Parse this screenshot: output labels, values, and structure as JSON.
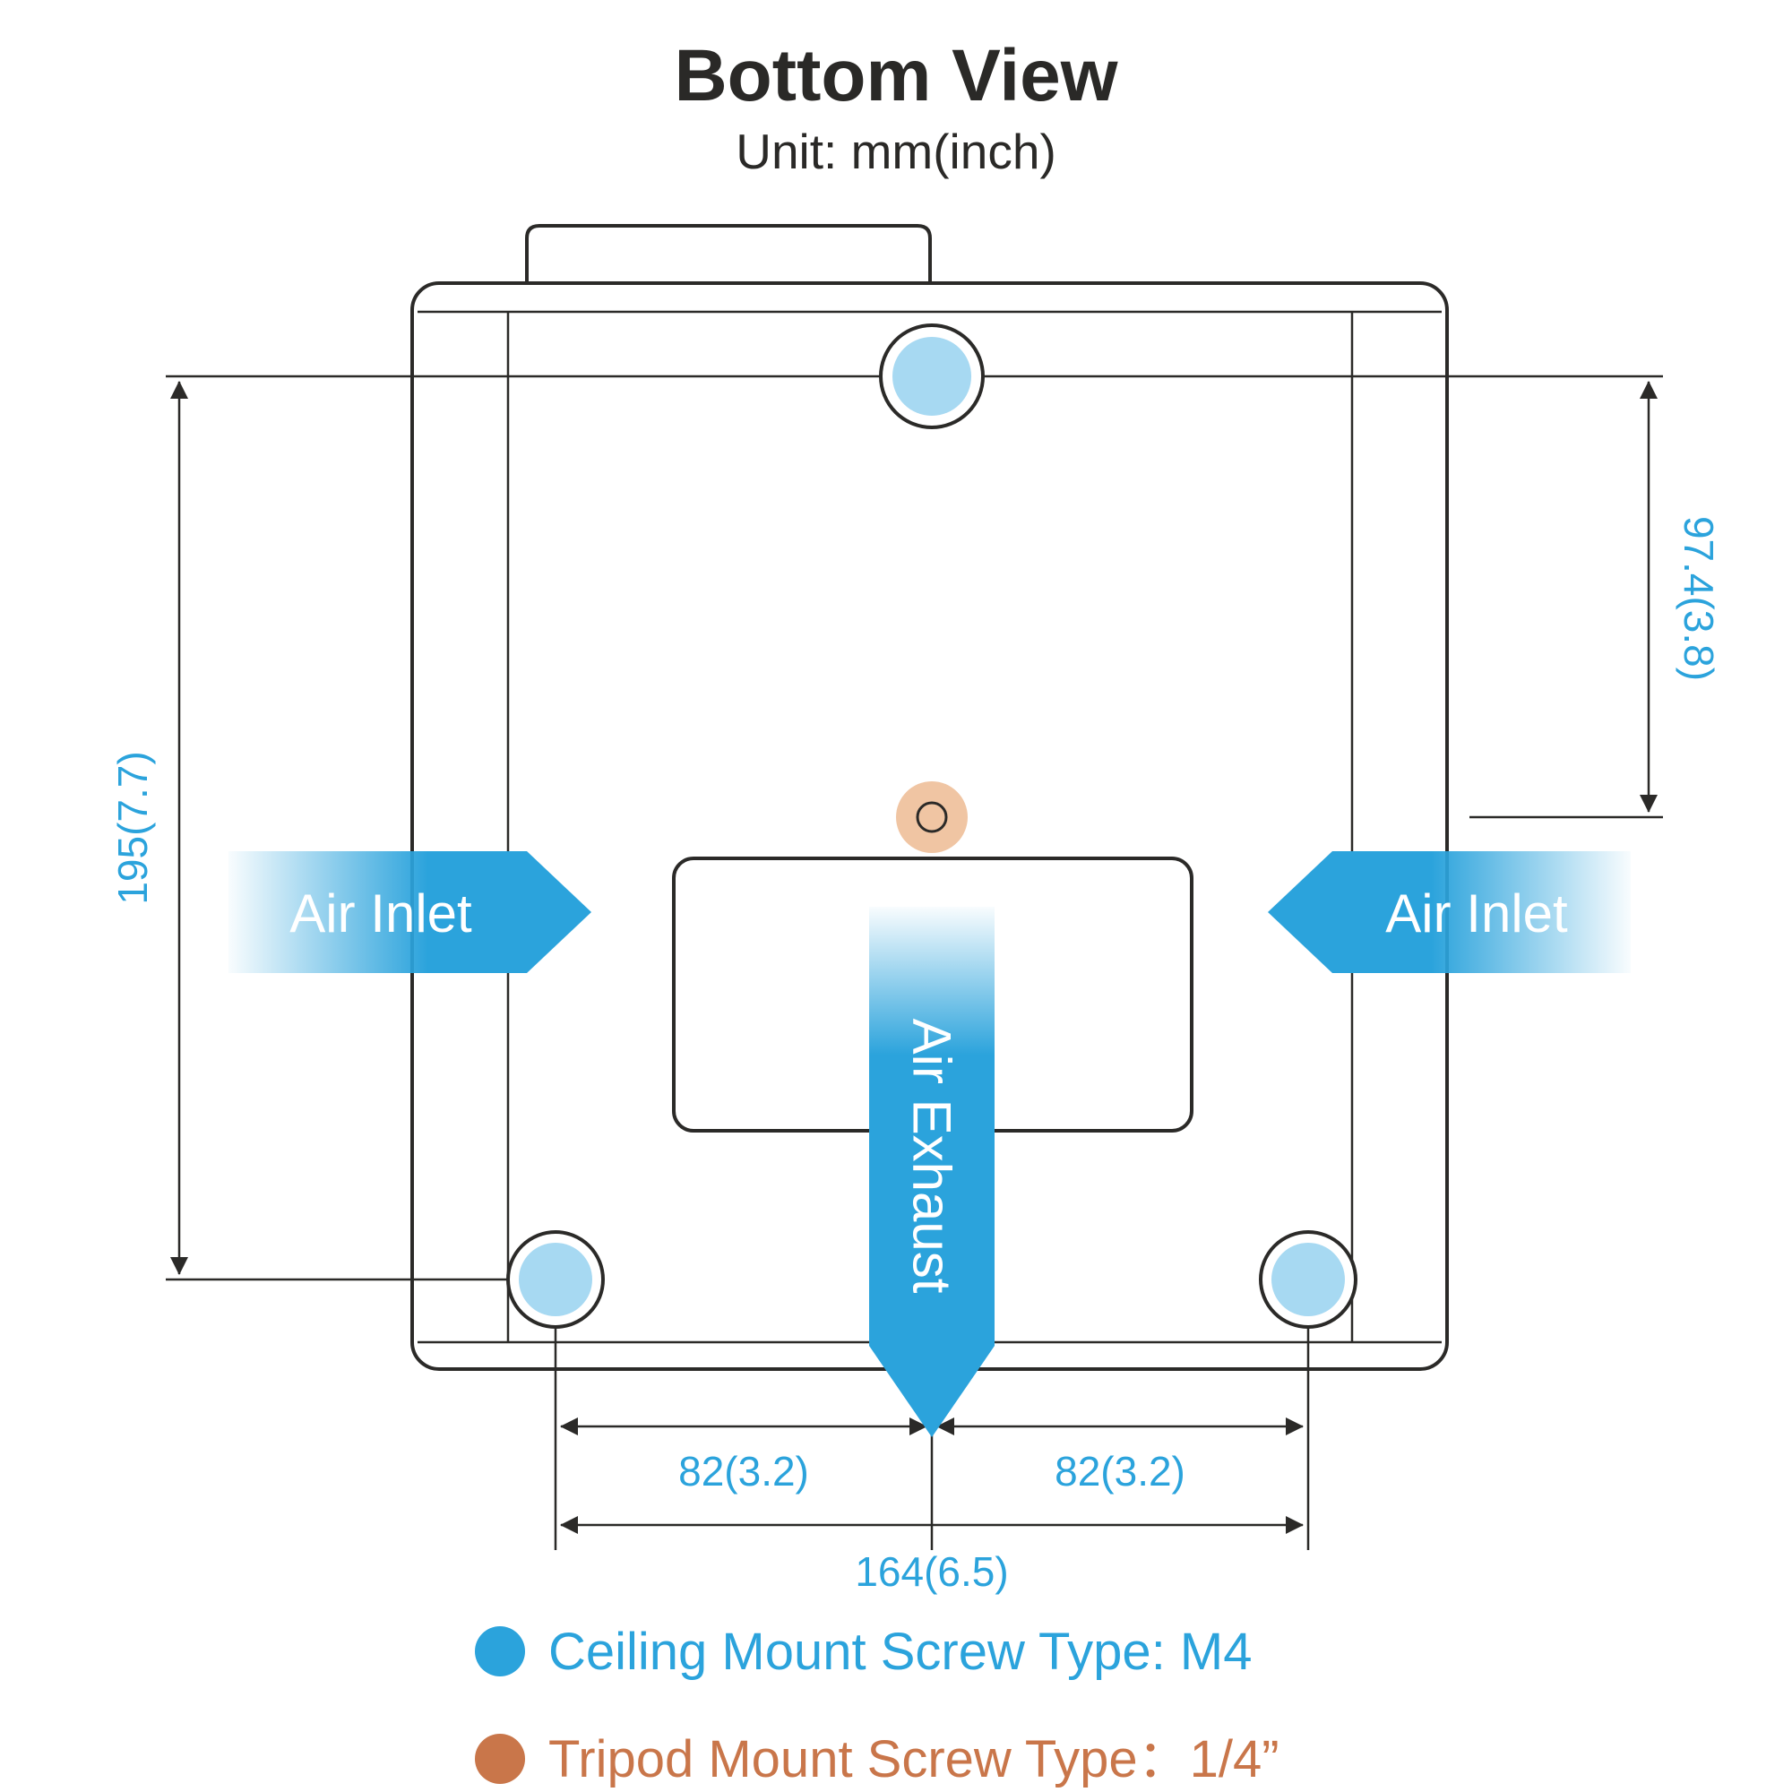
{
  "page": {
    "title": "Bottom View",
    "subtitle": "Unit: mm(inch)"
  },
  "diagram": {
    "airflow": {
      "inlet_left": "Air Inlet",
      "inlet_right": "Air Inlet",
      "exhaust": "Air Exhaust"
    },
    "dimensions": {
      "overall_height": "195(7.7)",
      "top_to_center": "97.4(3.8)",
      "left_half": "82(3.2)",
      "right_half": "82(3.2)",
      "total_width": "164(6.5)"
    }
  },
  "legend": {
    "items": [
      {
        "marker": "blue-dot",
        "color": "#2ba3dc",
        "label": "Ceiling Mount Screw Type: M4"
      },
      {
        "marker": "orange-dot",
        "color": "#c9764a",
        "label": "Tripod Mount Screw Type：1/4”"
      }
    ]
  },
  "colors": {
    "accent_blue": "#2ba3dc",
    "light_blue": "#a7d9f2",
    "accent_orange": "#c9764a",
    "light_orange": "#f0c5a3",
    "line_dark": "#2b2a28"
  }
}
